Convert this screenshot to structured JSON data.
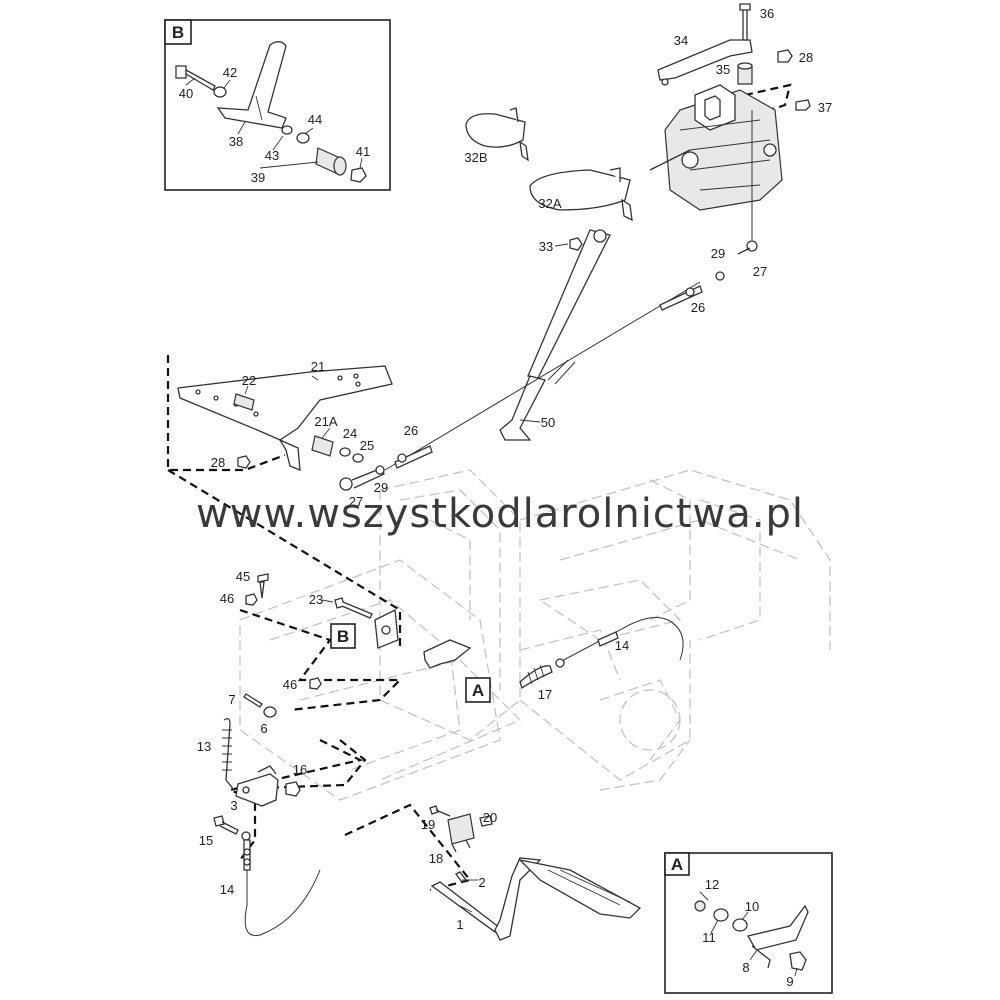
{
  "watermark": "www.wszystkodlarolnictwa.pl",
  "detail_boxes": [
    {
      "letter": "B"
    },
    {
      "letter": "A"
    }
  ],
  "callouts": [
    {
      "letter": "B"
    },
    {
      "letter": "A"
    }
  ],
  "part_labels": {
    "p1": "1",
    "p2": "2",
    "p3": "3",
    "p6": "6",
    "p7": "7",
    "p8": "8",
    "p9": "9",
    "p10": "10",
    "p11": "11",
    "p12": "12",
    "p13": "13",
    "p14a": "14",
    "p14b": "14",
    "p15": "15",
    "p16": "16",
    "p17": "17",
    "p18": "18",
    "p19": "19",
    "p20": "20",
    "p21": "21",
    "p21A": "21A",
    "p22": "22",
    "p23": "23",
    "p24": "24",
    "p25": "25",
    "p26a": "26",
    "p26b": "26",
    "p27a": "27",
    "p27b": "27",
    "p28a": "28",
    "p28b": "28",
    "p29a": "29",
    "p29b": "29",
    "p32A": "32A",
    "p32B": "32B",
    "p33": "33",
    "p34": "34",
    "p35": "35",
    "p36": "36",
    "p37": "37",
    "p38": "38",
    "p39": "39",
    "p40": "40",
    "p41": "41",
    "p42": "42",
    "p43": "43",
    "p44": "44",
    "p45": "45",
    "p46a": "46",
    "p46b": "46",
    "p50": "50"
  },
  "colors": {
    "line": "#333333",
    "frame": "#c4c4c4",
    "text": "#222222"
  }
}
